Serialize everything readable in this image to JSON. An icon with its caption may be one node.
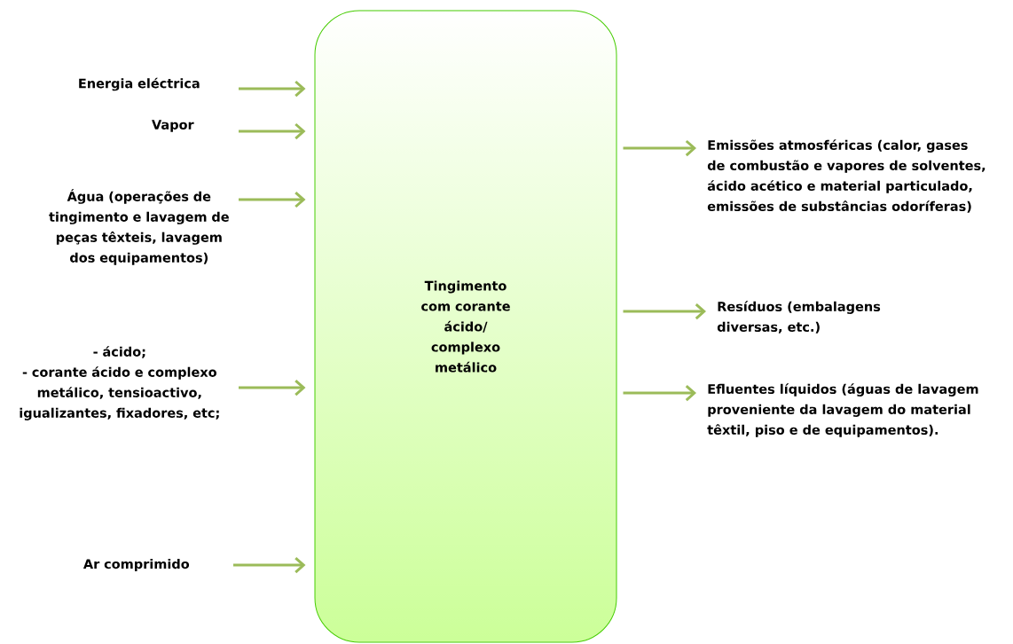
{
  "diagram": {
    "nodes": [
      {
        "text": [
          "Tingimento com corante ácido/ complexo metálico"
        ]
      },
      {
        "text": [
          "Energia eléctrica"
        ]
      },
      {
        "text": [
          "Vapor"
        ]
      },
      {
        "text": [
          "Água (operações de tingimento e lavagem de peças têxteis, lavagem dos equipamentos)"
        ]
      },
      {
        "text": [
          "- ácido;",
          "- corante ácido e complexo metálico, tensioactivo, igualizantes, fixadores, etc;"
        ]
      },
      {
        "text": [
          "Ar comprimido"
        ]
      },
      {
        "text": [
          "Emissões atmosféricas (calor, gases de combustão e vapores de solventes, ácido acético e material particulado, emissões de substâncias odoríferas)"
        ]
      },
      {
        "text": [
          "Resíduos (embalagens diversas, etc.)"
        ]
      },
      {
        "text": [
          "Efluentes líquidos (águas de lavagem proveniente da lavagem do material têxtil, piso e de equipamentos)."
        ]
      }
    ],
    "edges": [
      {
        "from": 1,
        "to": 0,
        "arrow": "to"
      },
      {
        "from": 2,
        "to": 0,
        "arrow": "to"
      },
      {
        "from": 3,
        "to": 0,
        "arrow": "to"
      },
      {
        "from": 4,
        "to": 0,
        "arrow": "to"
      },
      {
        "from": 5,
        "to": 0,
        "arrow": "to"
      },
      {
        "from": 0,
        "to": 6,
        "arrow": "to"
      },
      {
        "from": 0,
        "to": 7,
        "arrow": "to"
      },
      {
        "from": 0,
        "to": 8,
        "arrow": "to"
      }
    ]
  }
}
